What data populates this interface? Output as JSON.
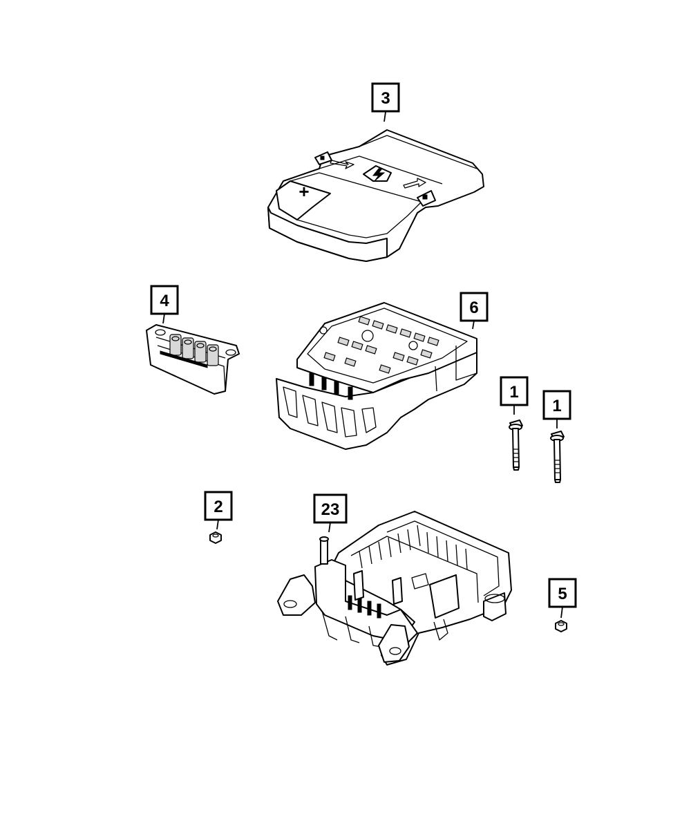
{
  "diagram": {
    "callouts": [
      {
        "id": "callout-3",
        "label": "3"
      },
      {
        "id": "callout-4",
        "label": "4"
      },
      {
        "id": "callout-6",
        "label": "6"
      },
      {
        "id": "callout-1a",
        "label": "1"
      },
      {
        "id": "callout-1b",
        "label": "1"
      },
      {
        "id": "callout-2",
        "label": "2"
      },
      {
        "id": "callout-23",
        "label": "23"
      },
      {
        "id": "callout-5",
        "label": "5"
      }
    ],
    "cover_symbol": "+",
    "icons": [
      "plus-icon",
      "lightning-bolt-icon",
      "arrow-icon"
    ]
  }
}
